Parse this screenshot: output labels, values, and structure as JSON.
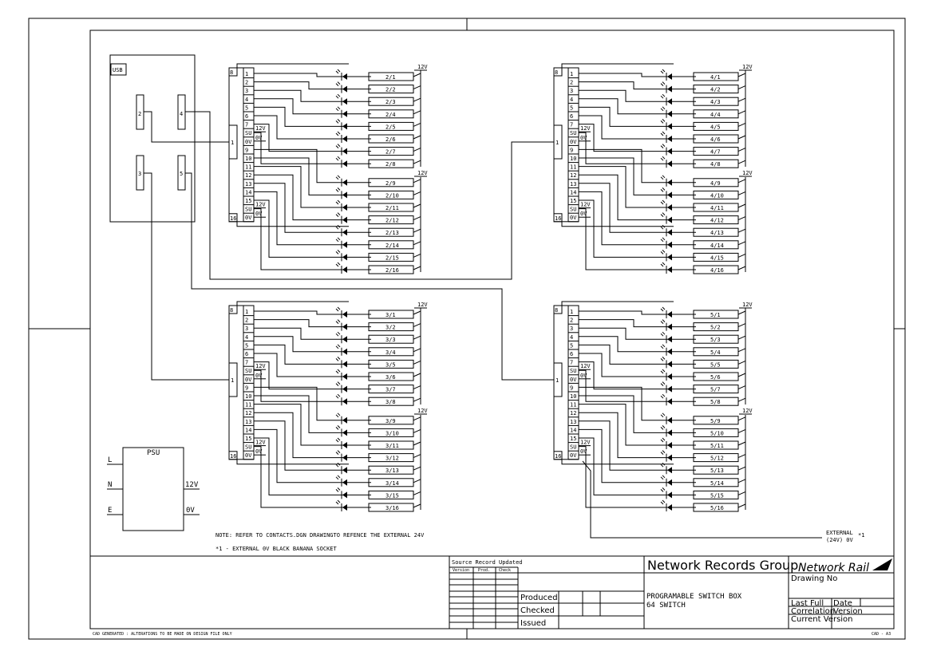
{
  "usb": {
    "label": "USB",
    "ports": [
      "2",
      "3",
      "4",
      "5"
    ]
  },
  "psu": {
    "label": "PSU",
    "inputs": [
      "L",
      "N",
      "E"
    ],
    "outputs": [
      "12V",
      "0V"
    ]
  },
  "modules": [
    {
      "id": "2",
      "bank_label": "8",
      "end_label": "16",
      "conn_label": "1"
    },
    {
      "id": "4",
      "bank_label": "8",
      "end_label": "16",
      "conn_label": "1"
    },
    {
      "id": "3",
      "bank_label": "8",
      "end_label": "16",
      "conn_label": "1"
    },
    {
      "id": "5",
      "bank_label": "8",
      "end_label": "16",
      "conn_label": "1"
    }
  ],
  "pins": [
    "1",
    "2",
    "3",
    "4",
    "5",
    "6",
    "7",
    "SU",
    "0V",
    "9",
    "10",
    "11",
    "12",
    "13",
    "14",
    "15",
    "SU",
    "0V"
  ],
  "supply": {
    "v12": "12V",
    "v0": "0V"
  },
  "external": {
    "label": "EXTERNAL",
    "sub": "(24V) 0V",
    "mark": "*1"
  },
  "notes": {
    "note1": "NOTE: REFER TO CONTACTS.DGN DRAWINGTO REFENCE THE EXTERNAL 24V",
    "note2": "*1  -  EXTERNAL 0V BLACK BANANA SOCKET"
  },
  "title_block": {
    "source_record": "Source Record Updated",
    "cols": [
      "Version",
      "Prod.",
      "Check"
    ],
    "produced": "Produced",
    "checked": "Checked",
    "issued": "Issued",
    "company": "Network Records Group",
    "logo": "Network Rail",
    "drawing_no": "Drawing No",
    "title": "PROGRAMABLE SWITCH BOX",
    "subtitle": "64 SWITCH",
    "last_full": "Last Full",
    "correlation": "Correlation",
    "date": "Date",
    "version": "Version",
    "current_version": "Current Version"
  },
  "footer": {
    "left": "CAD GENERATED : ALTERATIONS TO BE MADE ON DESIGN FILE ONLY",
    "right": "CAD - A3"
  }
}
